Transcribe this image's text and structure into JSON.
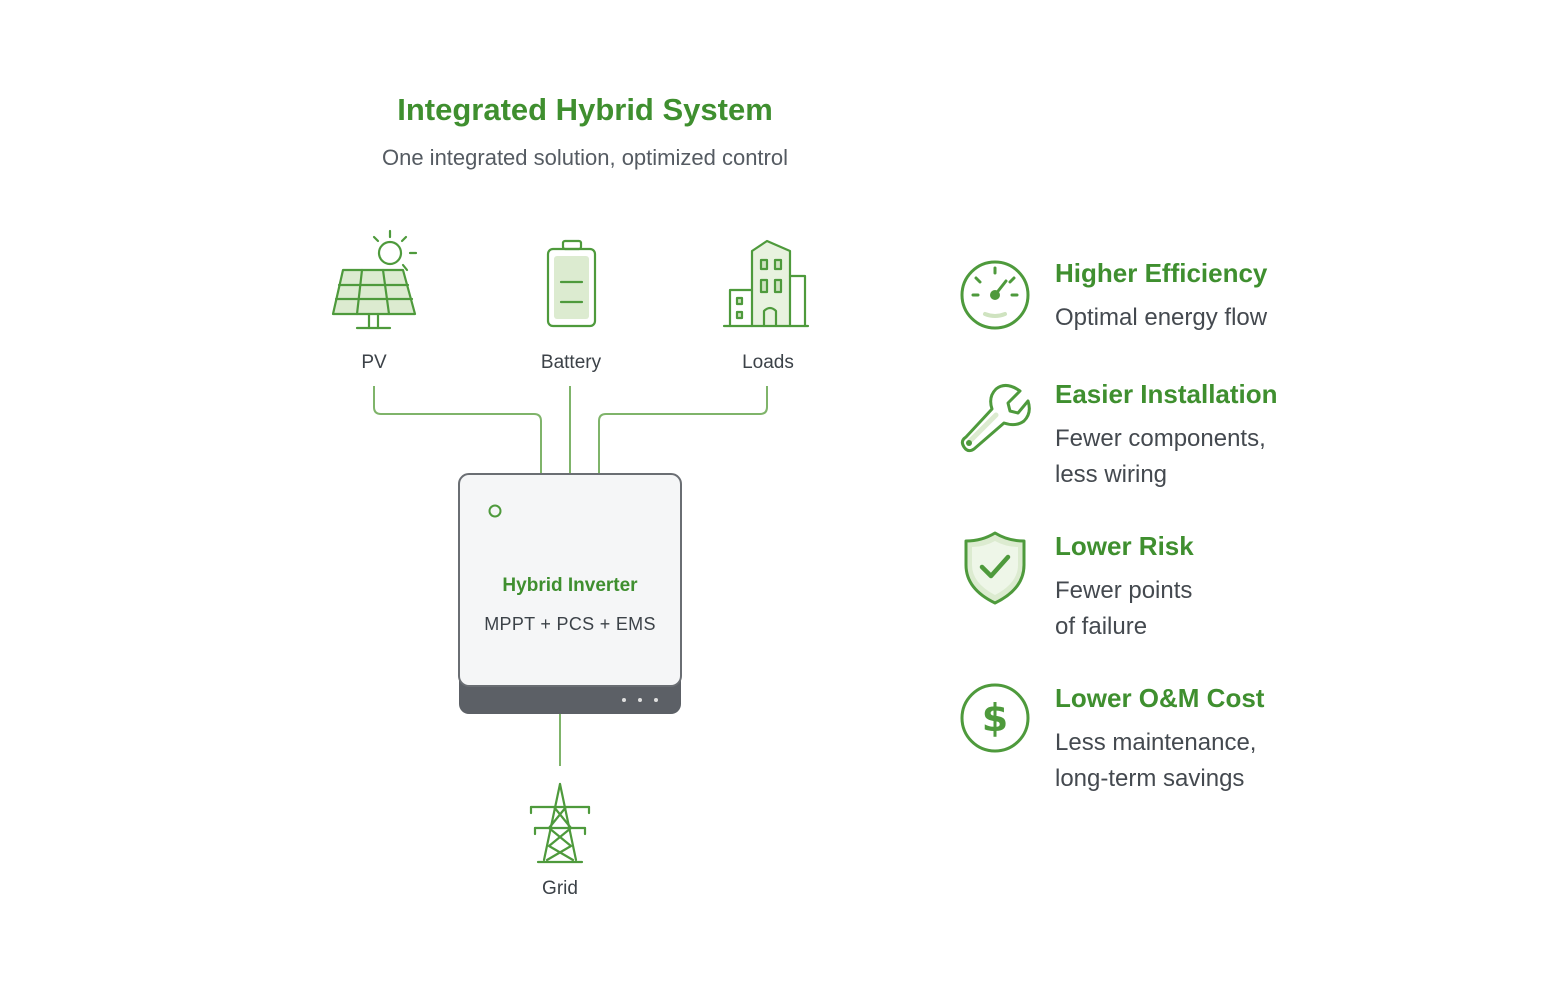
{
  "header": {
    "title": "Integrated Hybrid System",
    "subtitle": "One integrated solution, optimized control"
  },
  "nodes": {
    "pv": {
      "label": "PV",
      "icon": "solar-panel-icon"
    },
    "battery": {
      "label": "Battery",
      "icon": "battery-icon"
    },
    "loads": {
      "label": "Loads",
      "icon": "building-icon"
    },
    "grid": {
      "label": "Grid",
      "icon": "transmission-tower-icon"
    }
  },
  "inverter": {
    "title": "Hybrid Inverter",
    "components": "MPPT  +  PCS  +  EMS"
  },
  "features": [
    {
      "icon": "gauge-icon",
      "title": "Higher Efficiency",
      "lines": [
        "Optimal energy flow"
      ]
    },
    {
      "icon": "wrench-icon",
      "title": "Easier Installation",
      "lines": [
        "Fewer components,",
        "less wiring"
      ]
    },
    {
      "icon": "shield-check-icon",
      "title": "Lower Risk",
      "lines": [
        "Fewer points",
        "of failure"
      ]
    },
    {
      "icon": "dollar-circle-icon",
      "title": "Lower O&M Cost",
      "lines": [
        "Less maintenance,",
        "long-term savings"
      ]
    }
  ],
  "colors": {
    "accent": "#3f8f2f",
    "icon_fill": "#dcebd0",
    "text": "#3c4248",
    "inverter_base": "#5f6368"
  }
}
